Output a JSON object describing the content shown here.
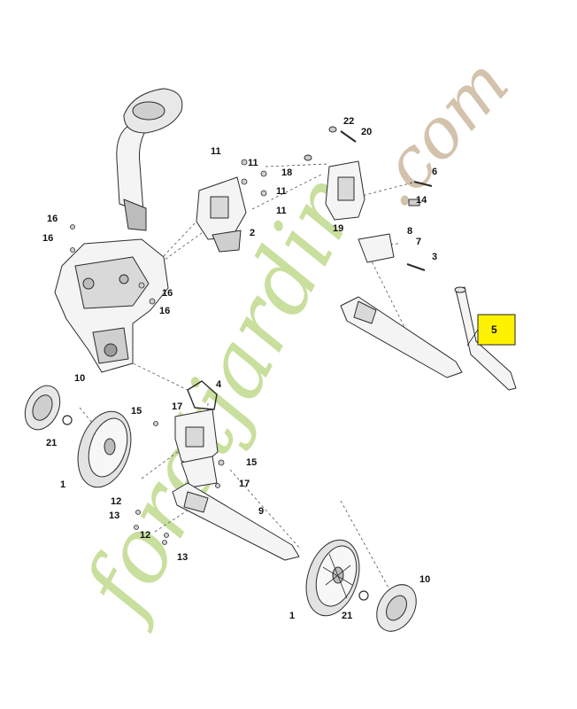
{
  "diagram": {
    "highlighted_part": "5",
    "colors": {
      "line": "#2b2b2b",
      "part_fill": "#f4f4f4",
      "shade": "#bcbcbc",
      "highlight_fill": "#fff200",
      "watermark_green": "#c9df9e",
      "watermark_tan": "#d3c2ac"
    },
    "watermark": {
      "part1": "foretjardin",
      "part2": ".com"
    },
    "callouts": [
      {
        "id": "c22",
        "label": "22"
      },
      {
        "id": "c20",
        "label": "20"
      },
      {
        "id": "c11a",
        "label": "11"
      },
      {
        "id": "c11b",
        "label": "11"
      },
      {
        "id": "c11c",
        "label": "11"
      },
      {
        "id": "c11d",
        "label": "11"
      },
      {
        "id": "c18",
        "label": "18"
      },
      {
        "id": "c6",
        "label": "6"
      },
      {
        "id": "c14",
        "label": "14"
      },
      {
        "id": "c16a",
        "label": "16"
      },
      {
        "id": "c16b",
        "label": "16"
      },
      {
        "id": "c16c",
        "label": "16"
      },
      {
        "id": "c16d",
        "label": "16"
      },
      {
        "id": "c2",
        "label": "2"
      },
      {
        "id": "c19",
        "label": "19"
      },
      {
        "id": "c8",
        "label": "8"
      },
      {
        "id": "c7",
        "label": "7"
      },
      {
        "id": "c3",
        "label": "3"
      },
      {
        "id": "c10a",
        "label": "10"
      },
      {
        "id": "c4",
        "label": "4"
      },
      {
        "id": "c21a",
        "label": "21"
      },
      {
        "id": "c15a",
        "label": "15"
      },
      {
        "id": "c17a",
        "label": "17"
      },
      {
        "id": "c1a",
        "label": "1"
      },
      {
        "id": "c15b",
        "label": "15"
      },
      {
        "id": "c17b",
        "label": "17"
      },
      {
        "id": "c12a",
        "label": "12"
      },
      {
        "id": "c9",
        "label": "9"
      },
      {
        "id": "c13a",
        "label": "13"
      },
      {
        "id": "c12b",
        "label": "12"
      },
      {
        "id": "c13b",
        "label": "13"
      },
      {
        "id": "c10b",
        "label": "10"
      },
      {
        "id": "c1b",
        "label": "1"
      },
      {
        "id": "c21b",
        "label": "21"
      }
    ]
  }
}
